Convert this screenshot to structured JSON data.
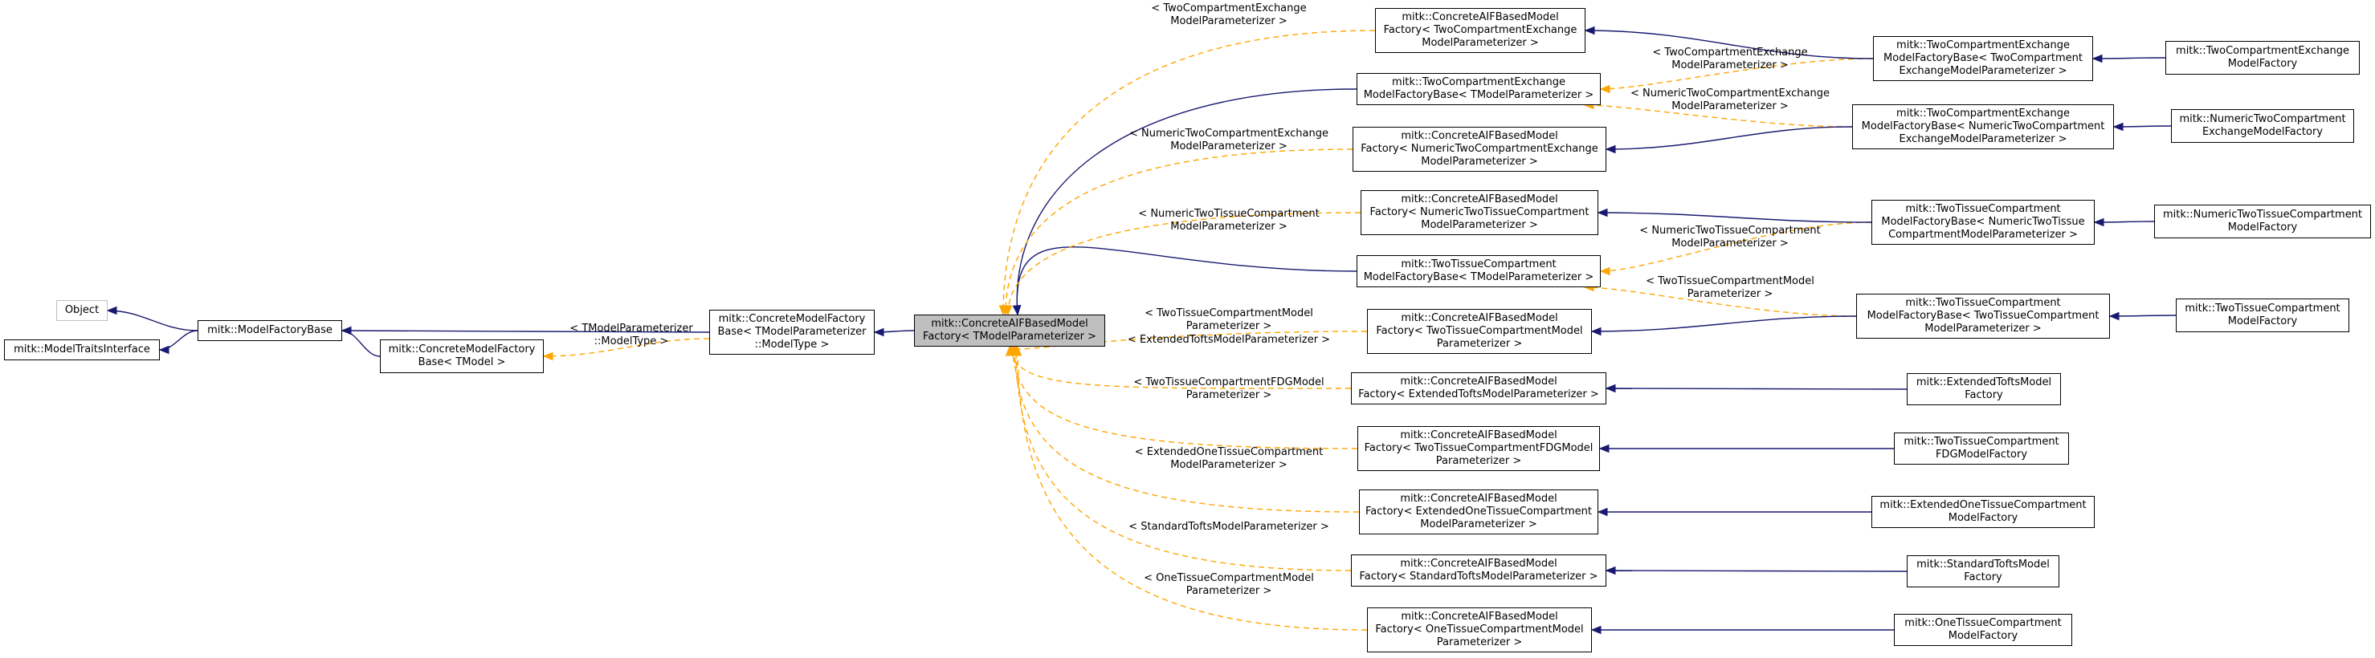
{
  "nodes": {
    "object": [
      "Object"
    ],
    "traits": [
      "mitk::ModelTraitsInterface"
    ],
    "mfb": [
      "mitk::ModelFactoryBase"
    ],
    "cmfb_t": [
      "mitk::ConcreteModelFactory",
      "Base< TModel >"
    ],
    "cmfb_p": [
      "mitk::ConcreteModelFactory",
      "Base< TModelParameterizer",
      "::ModelType >"
    ],
    "focus": [
      "mitk::ConcreteAIFBasedModel",
      "Factory< TModelParameterizer >"
    ],
    "c_2ce": [
      "mitk::ConcreteAIFBasedModel",
      "Factory< TwoCompartmentExchange",
      "ModelParameterizer >"
    ],
    "b_2ce_t": [
      "mitk::TwoCompartmentExchange",
      "ModelFactoryBase< TModelParameterizer >"
    ],
    "c_n2ce": [
      "mitk::ConcreteAIFBasedModel",
      "Factory< NumericTwoCompartmentExchange",
      "ModelParameterizer >"
    ],
    "c_n2t": [
      "mitk::ConcreteAIFBasedModel",
      "Factory< NumericTwoTissueCompartment",
      "ModelParameterizer >"
    ],
    "b_2t_t": [
      "mitk::TwoTissueCompartment",
      "ModelFactoryBase< TModelParameterizer >"
    ],
    "c_2t": [
      "mitk::ConcreteAIFBasedModel",
      "Factory< TwoTissueCompartmentModel",
      "Parameterizer >"
    ],
    "c_etofts": [
      "mitk::ConcreteAIFBasedModel",
      "Factory< ExtendedToftsModelParameterizer >"
    ],
    "c_2tfdg": [
      "mitk::ConcreteAIFBasedModel",
      "Factory< TwoTissueCompartmentFDGModel",
      "Parameterizer >"
    ],
    "c_e1t": [
      "mitk::ConcreteAIFBasedModel",
      "Factory< ExtendedOneTissueCompartment",
      "ModelParameterizer >"
    ],
    "c_stofts": [
      "mitk::ConcreteAIFBasedModel",
      "Factory< StandardToftsModelParameterizer >"
    ],
    "c_1t": [
      "mitk::ConcreteAIFBasedModel",
      "Factory< OneTissueCompartmentModel",
      "Parameterizer >"
    ],
    "b_2ce_i": [
      "mitk::TwoCompartmentExchange",
      "ModelFactoryBase< TwoCompartment",
      "ExchangeModelParameterizer >"
    ],
    "b_n2ce_i": [
      "mitk::TwoCompartmentExchange",
      "ModelFactoryBase< NumericTwoCompartment",
      "ExchangeModelParameterizer >"
    ],
    "b_n2t_i": [
      "mitk::TwoTissueCompartment",
      "ModelFactoryBase< NumericTwoTissue",
      "CompartmentModelParameterizer >"
    ],
    "b_2t_i": [
      "mitk::TwoTissueCompartment",
      "ModelFactoryBase< TwoTissueCompartment",
      "ModelParameterizer >"
    ],
    "f_etofts": [
      "mitk::ExtendedToftsModel",
      "Factory"
    ],
    "f_2tfdg": [
      "mitk::TwoTissueCompartment",
      "FDGModelFactory"
    ],
    "f_e1t": [
      "mitk::ExtendedOneTissueCompartment",
      "ModelFactory"
    ],
    "f_stofts": [
      "mitk::StandardToftsModel",
      "Factory"
    ],
    "f_1t": [
      "mitk::OneTissueCompartment",
      "ModelFactory"
    ],
    "f_2ce": [
      "mitk::TwoCompartmentExchange",
      "ModelFactory"
    ],
    "f_n2ce": [
      "mitk::NumericTwoCompartment",
      "ExchangeModelFactory"
    ],
    "f_n2t": [
      "mitk::NumericTwoTissueCompartment",
      "ModelFactory"
    ],
    "f_2t": [
      "mitk::TwoTissueCompartment",
      "ModelFactory"
    ]
  },
  "labels": {
    "l_cmfb": [
      "< TModelParameterizer",
      "::ModelType >"
    ],
    "l_2ce": [
      "< TwoCompartmentExchange",
      "ModelParameterizer >"
    ],
    "l_n2ce": [
      "< NumericTwoCompartmentExchange",
      "ModelParameterizer >"
    ],
    "l_n2t": [
      "< NumericTwoTissueCompartment",
      "ModelParameterizer >"
    ],
    "l_2t": [
      "< TwoTissueCompartmentModel",
      "Parameterizer >"
    ],
    "l_etofts": [
      "< ExtendedToftsModelParameterizer >"
    ],
    "l_2tfdg": [
      "< TwoTissueCompartmentFDGModel",
      "Parameterizer >"
    ],
    "l_e1t": [
      "< ExtendedOneTissueCompartment",
      "ModelParameterizer >"
    ],
    "l_stofts": [
      "< StandardToftsModelParameterizer >"
    ],
    "l_1t": [
      "< OneTissueCompartmentModel",
      "Parameterizer >"
    ],
    "l_b2ce_a": [
      "< TwoCompartmentExchange",
      "ModelParameterizer >"
    ],
    "l_b2ce_b": [
      "< NumericTwoCompartmentExchange",
      "ModelParameterizer >"
    ],
    "l_b2t_a": [
      "< NumericTwoTissueCompartment",
      "ModelParameterizer >"
    ],
    "l_b2t_b": [
      "< TwoTissueCompartmentModel",
      "Parameterizer >"
    ]
  },
  "colors": {
    "inheritance": "#191970",
    "template": "#ffa500",
    "focus_fill": "#bfbfbf",
    "gray_border": "#bfbfbf"
  }
}
